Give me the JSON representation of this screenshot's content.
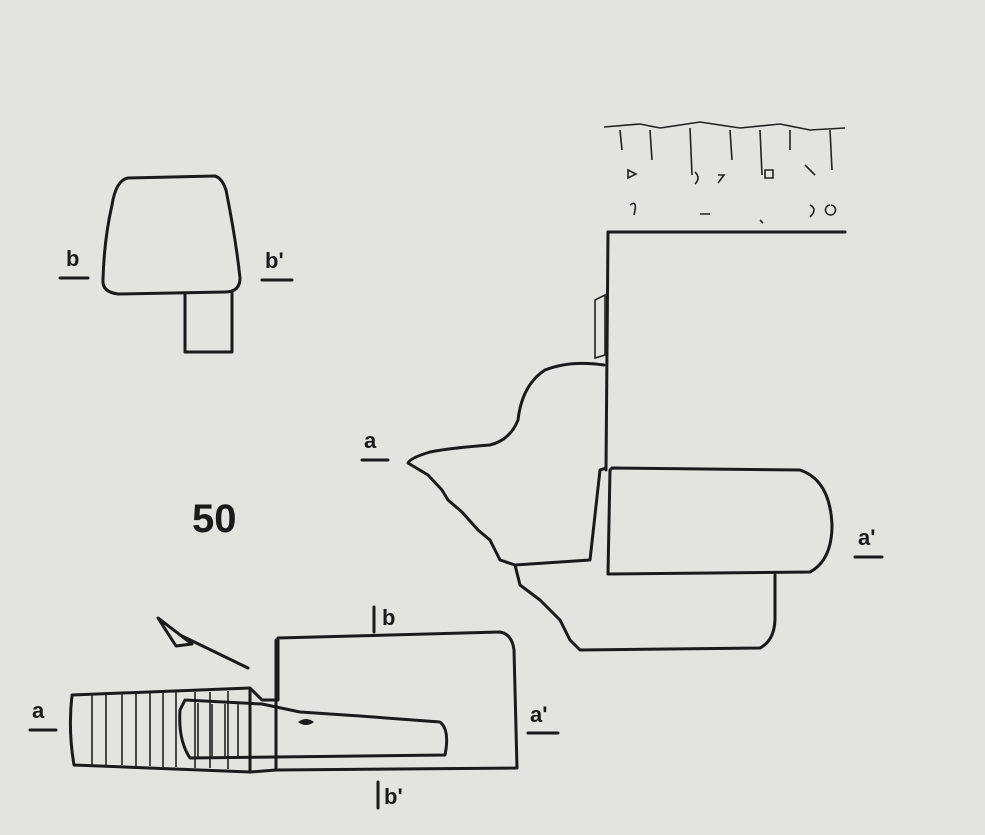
{
  "figure": {
    "number": "50",
    "top_section": {
      "left_label": "b",
      "right_label": "b'"
    },
    "right_section": {
      "left_label": "a",
      "right_label": "a'"
    },
    "plan": {
      "left_label": "a",
      "right_label": "a'",
      "top_label": "b",
      "bottom_label": "b'"
    }
  }
}
